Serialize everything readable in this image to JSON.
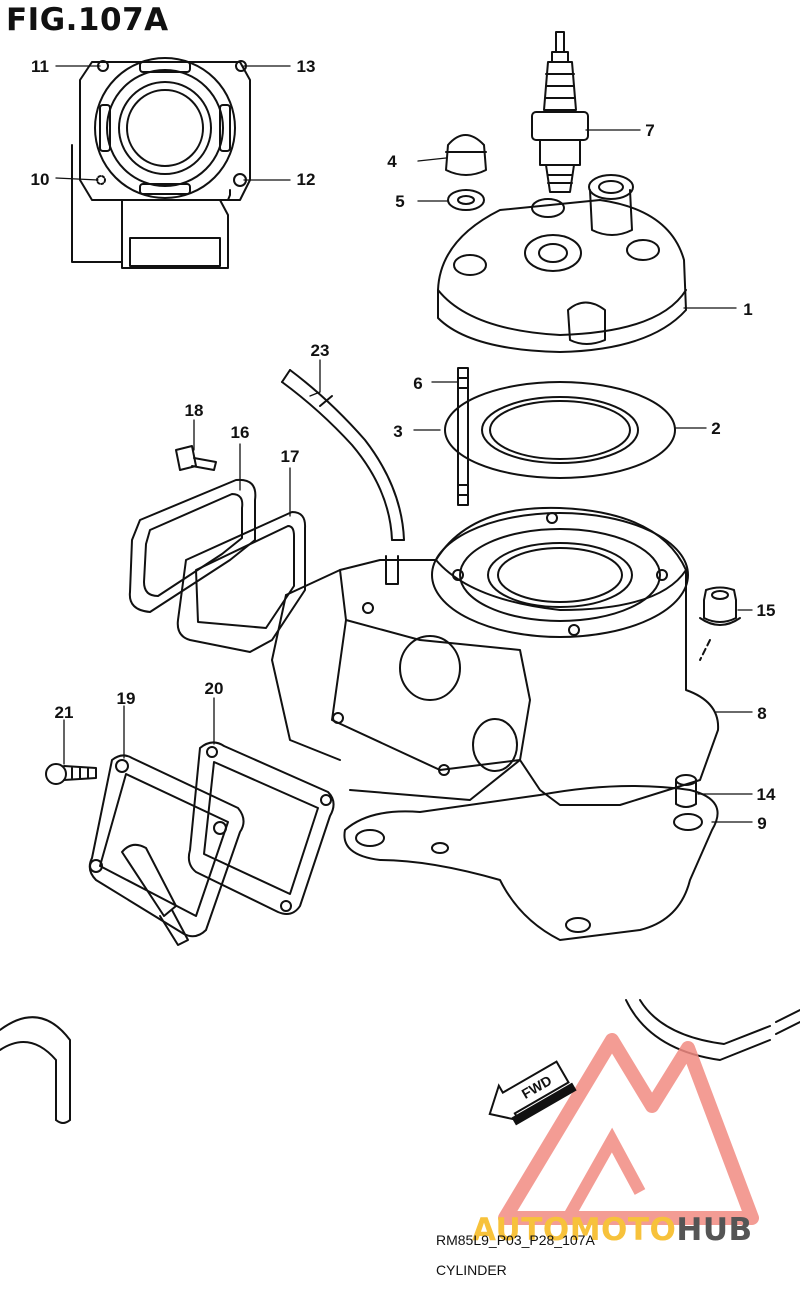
{
  "figure": {
    "title": "FIG.107A"
  },
  "callouts": [
    "1",
    "2",
    "3",
    "4",
    "5",
    "6",
    "7",
    "8",
    "9",
    "10",
    "11",
    "12",
    "13",
    "14",
    "15",
    "16",
    "17",
    "18",
    "19",
    "20",
    "21",
    "23"
  ],
  "footer": {
    "code": "RM85L9_P03_P28_107A",
    "name": "CYLINDER"
  },
  "fwd_arrow": {
    "label": "FWD"
  },
  "watermark": {
    "part1": "AUTOMOTO",
    "part2": "HUB",
    "logo_color": "#f28b82",
    "text_color_1": "#f7c23b",
    "text_color_2": "#555555"
  },
  "colors": {
    "ink": "#111111",
    "paper": "#ffffff"
  }
}
